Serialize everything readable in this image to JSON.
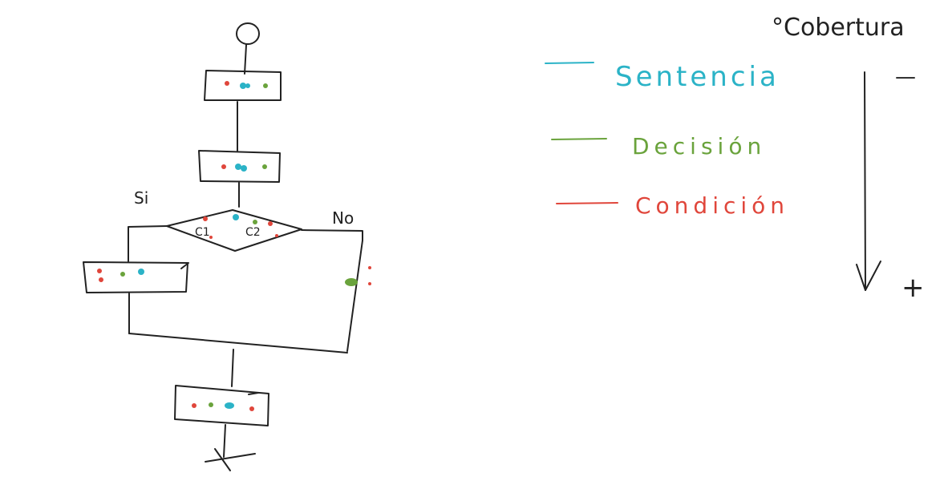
{
  "colors": {
    "ink": "#222222",
    "sentencia": "#2bb3c7",
    "decision": "#6aa33c",
    "condicion": "#e0463b"
  },
  "title": "°Cobertura",
  "legend": [
    {
      "label": "Sentencia",
      "color": "#2bb3c7"
    },
    {
      "label": "Decisión",
      "color": "#6aa33c"
    },
    {
      "label": "Condición",
      "color": "#e0463b"
    }
  ],
  "flowchart": {
    "yes_label": "Si",
    "no_label": "No",
    "condition_left": "C1",
    "condition_right": "C2"
  },
  "axis": {
    "bottom_label": "+",
    "top_label": "—"
  }
}
